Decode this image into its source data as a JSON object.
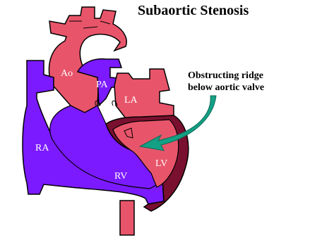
{
  "title": "Subaortic Stenosis",
  "callout": {
    "line1": "Obstructing ridge",
    "line2": "below aortic valve"
  },
  "labels": {
    "ao": "Ao",
    "pa": "PA",
    "la": "LA",
    "ra": "RA",
    "rv": "RV",
    "lv": "LV"
  },
  "colors": {
    "oxygenated": "#e8556a",
    "deoxygenated": "#7b1aff",
    "myocardium": "#7a1030",
    "arrow": "#14a085",
    "outline": "#000000"
  }
}
